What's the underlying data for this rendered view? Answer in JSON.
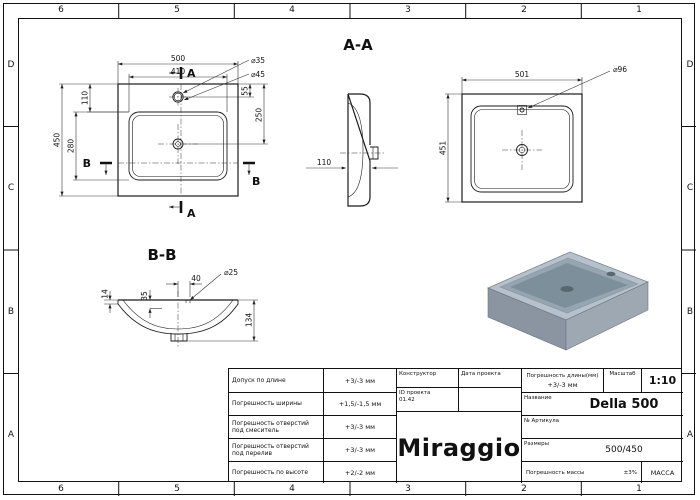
{
  "frame": {
    "cols": [
      "6",
      "5",
      "4",
      "3",
      "2",
      "1"
    ],
    "rows": [
      "D",
      "C",
      "B",
      "A"
    ]
  },
  "views": {
    "plan": {
      "dim_width": "500",
      "dim_inner_width": "410",
      "dim_height": "450",
      "dim_inner_height": "280",
      "dim_top_offset": "110",
      "dim_faucet_offset": "55",
      "dim_drain_offset": "250",
      "dim_hole_outer": "⌀35",
      "dim_hole_inner": "⌀45",
      "section_a_label": "A",
      "section_b_label": "B"
    },
    "section_aa": {
      "title": "A-A",
      "dim_depth": "110"
    },
    "bottom": {
      "dim_width": "501",
      "dim_height": "451",
      "dim_hole": "⌀96"
    },
    "section_bb": {
      "title": "B-B",
      "dim_hole_offset": "40",
      "dim_recess": "35",
      "dim_rim": "14",
      "dim_hole": "⌀25",
      "dim_total_height": "134"
    }
  },
  "render3d": {
    "top": "#b6c1cb",
    "front": "#8a95a1",
    "side": "#9da8b3",
    "basin": "#95a5b2",
    "basin_deep": "#7e8f9c",
    "hole": "#5a6670"
  },
  "titleblock": {
    "tolerances": [
      {
        "label": "Допуск по длине",
        "value": "+3/-3 мм"
      },
      {
        "label": "Погрешность ширины",
        "value": "+1,5/-1,5 мм"
      },
      {
        "label": "Погрешность отверстий под смеситель",
        "value": "+3/-3 мм"
      },
      {
        "label": "Погрешность отверстий под перелив",
        "value": "+3/-3 мм"
      },
      {
        "label": "Погрешность по высоте",
        "value": "+2/-2 мм"
      }
    ],
    "designer_label": "Конструктор",
    "date_label": "Дата проекта",
    "project_id_label": "ID проекта",
    "project_id_value": "01.42",
    "brand": "Miraggio",
    "length_tol_label": "Погрешность длины(мм)",
    "length_tol_value": "+3/-3 мм",
    "scale_label": "Масштаб",
    "scale_value": "1:10",
    "name_label": "Название",
    "name_value": "Della 500",
    "article_label": "№ Артикула",
    "size_label": "Размеры",
    "size_value": "500/450",
    "mass_tol_label": "Погрешность массы",
    "mass_tol_value": "±3%",
    "mass_label": "МАССА"
  }
}
